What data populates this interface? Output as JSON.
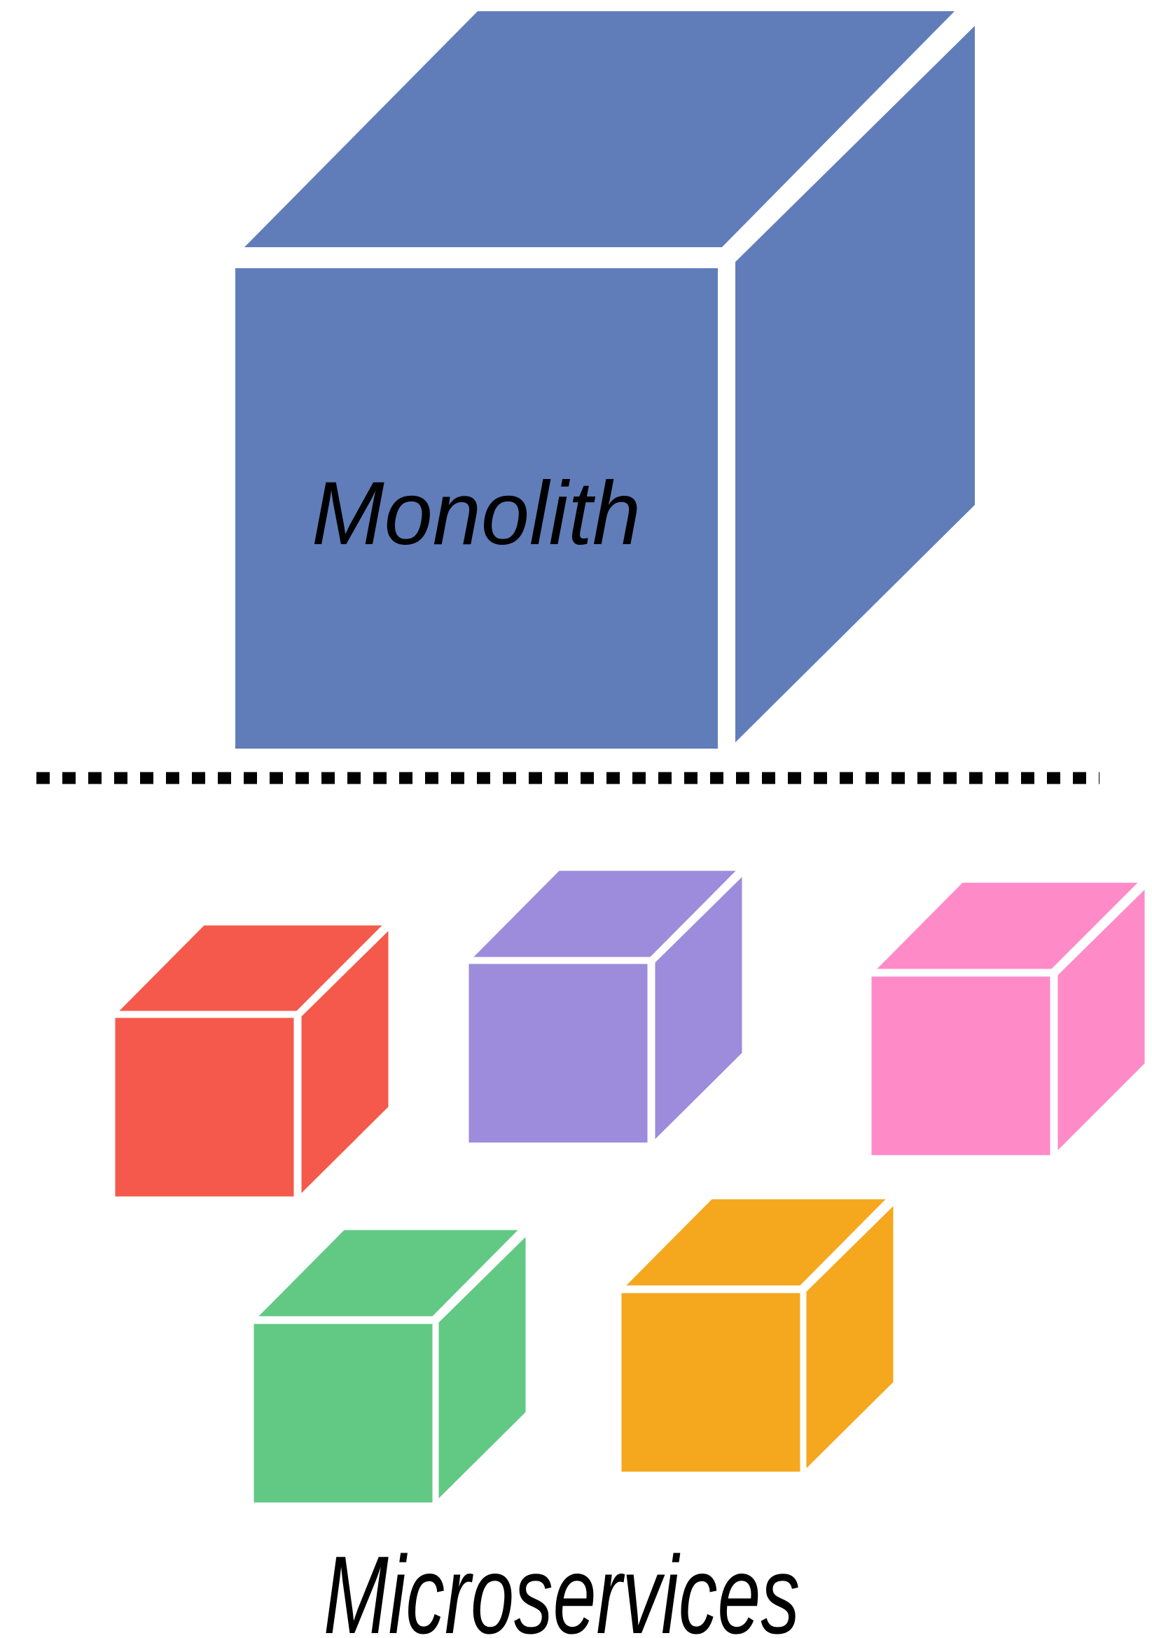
{
  "diagram": {
    "monolith": {
      "label": "Monolith",
      "color": "#607DBA"
    },
    "separator": {
      "style": "dotted",
      "color": "#000000"
    },
    "microservices": {
      "label": "Microservices",
      "cubes": [
        {
          "name": "red",
          "color": "#F4594B"
        },
        {
          "name": "purple",
          "color": "#9D8BDB"
        },
        {
          "name": "pink",
          "color": "#FE8BC7"
        },
        {
          "name": "green",
          "color": "#62C985"
        },
        {
          "name": "orange",
          "color": "#F5A71D"
        }
      ]
    }
  }
}
